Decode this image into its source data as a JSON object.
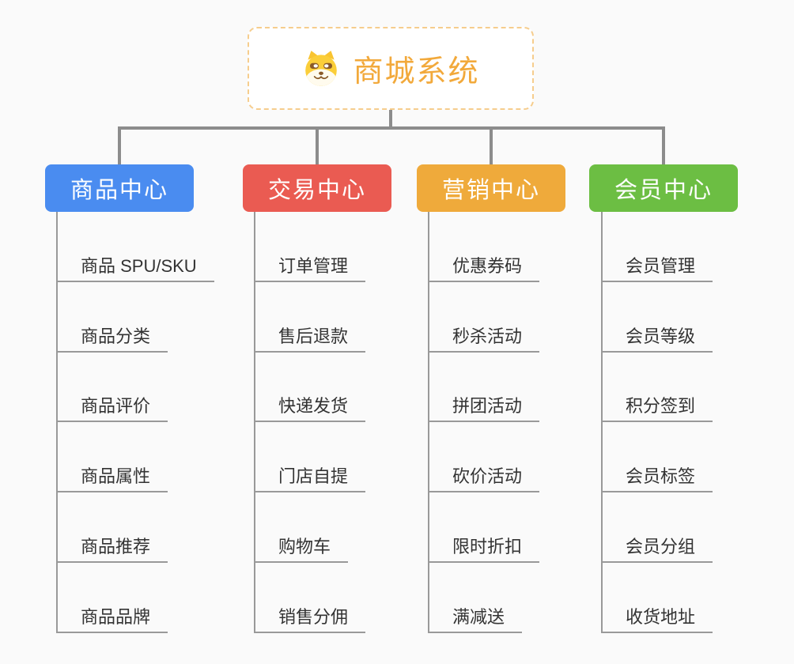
{
  "root": {
    "title": "商城系统",
    "icon": "dog-icon",
    "accent_color": "#F2A93B",
    "border_color": "#F6CD8D"
  },
  "branches": [
    {
      "label": "商品中心",
      "color": "#4A8CF0",
      "items": [
        "商品 SPU/SKU",
        "商品分类",
        "商品评价",
        "商品属性",
        "商品推荐",
        "商品品牌"
      ]
    },
    {
      "label": "交易中心",
      "color": "#EA5B52",
      "items": [
        "订单管理",
        "售后退款",
        "快递发货",
        "门店自提",
        "购物车",
        "销售分佣"
      ]
    },
    {
      "label": "营销中心",
      "color": "#EFAA3B",
      "items": [
        "优惠券码",
        "秒杀活动",
        "拼团活动",
        "砍价活动",
        "限时折扣",
        "满减送"
      ]
    },
    {
      "label": "会员中心",
      "color": "#6CBE43",
      "items": [
        "会员管理",
        "会员等级",
        "积分签到",
        "会员标签",
        "会员分组",
        "收货地址"
      ]
    }
  ],
  "colors": {
    "background": "#FAFAFA",
    "connector": "#8C8C8C",
    "item_line": "#999999",
    "item_text": "#333333"
  }
}
